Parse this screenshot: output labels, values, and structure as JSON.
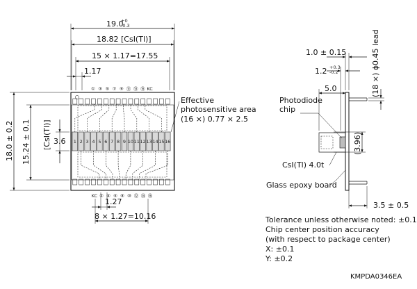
{
  "top_dims": {
    "width": "19.0",
    "width_tol_upper": "+0",
    "width_tol_lower": "-0.3",
    "csi_width": "18.82 [CsI(Tl)]",
    "pitch_total": "15 × 1.17=17.55",
    "pitch": "1.17"
  },
  "left_dims": {
    "height": "18.0 ± 0.2",
    "csi_height": "15.24 ± 0.1",
    "csi_label": "[CsI(Tl)]",
    "active_height": "3.6"
  },
  "top_pins": [
    "①",
    "③",
    "⑤",
    "⑦",
    "⑨",
    "⑪",
    "⑬",
    "⑮",
    "KC"
  ],
  "bottom_pins": [
    "KC",
    "②",
    "④",
    "⑥",
    "⑧",
    "⑩",
    "⑫",
    "⑭",
    "⑯"
  ],
  "cells": [
    "1",
    "2",
    "3",
    "4",
    "5",
    "6",
    "7",
    "8",
    "9",
    "10",
    "11",
    "12",
    "13",
    "14",
    "15",
    "16"
  ],
  "bottom_dims": {
    "pin_pitch": "1.27",
    "pin_total": "8 × 1.27=10.16"
  },
  "area_label": {
    "line1": "Effective",
    "line2": "photosensitive area",
    "line3": "(16 ×) 0.77 × 2.5"
  },
  "side_dims": {
    "d1": "1.0 ± 0.15",
    "d2": "1.2",
    "d2_tol_upper": "+0.3",
    "d2_tol_lower": "-0.2",
    "d3": "5.0",
    "lead": "(18 ×) ϕ0.45 lead",
    "d4": "(3.96)",
    "d5": "3.5 ± 0.5"
  },
  "side_labels": {
    "photodiode": "Photodiode",
    "chip": "chip",
    "csi": "CsI(Tl) 4.0t",
    "board": "Glass epoxy board"
  },
  "notes": [
    "Tolerance unless otherwise noted: ±0.1",
    "Chip center position accuracy",
    "(with respect to package center)",
    "X: ±0.1",
    "Y: ±0.2"
  ],
  "code": "KMPDA0346EA"
}
